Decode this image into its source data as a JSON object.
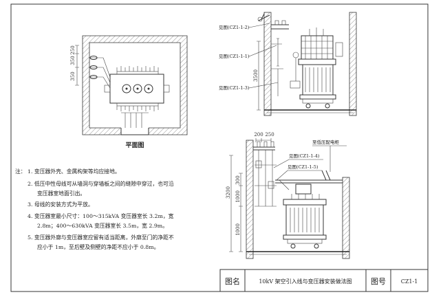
{
  "plan_view": {
    "title": "平面图",
    "dims": [
      "250",
      "350",
      "350"
    ]
  },
  "elevation_top": {
    "labels": [
      "见图(CZ1-1-2)",
      "见图(CZ1-1-1)",
      "见图(CZ1-1-3)"
    ],
    "dim_height": "3500"
  },
  "elevation_bottom": {
    "dims_top": [
      "200",
      "250"
    ],
    "label_distribution": "至低压配电柜",
    "labels": [
      "见图(CZ1-1-4)",
      "见图(CZ1-1-5)"
    ],
    "dim_total": "3200",
    "dims_side": [
      "300",
      "1000",
      "1000"
    ]
  },
  "notes": {
    "prefix": "注：",
    "items": [
      "1. 变压器外壳、金属构架等均应接地。",
      "2. 低压中性母线可从墙洞与穿墙板之间的缝隙中穿过，也可沿",
      "变压器室地面引出。",
      "3. 母线的安装方式为平放。",
      "4. 变压器室最小尺寸：100～315kVA 变压器室长 3.2m，宽",
      "2.8m；400～630kVA 变压器室长 3.5m，宽 2.9m。",
      "5. 变压器外廓与变压器室应留有适当距离，外廓至门的净距不",
      "应小于 1m，至后壁及侧壁的净距不应小于 0.8m。"
    ]
  },
  "title_block": {
    "label_name": "图名",
    "name": "10kV 架空引入线与变压器安装做法图",
    "label_number": "图号",
    "number": "CZ1-1"
  }
}
